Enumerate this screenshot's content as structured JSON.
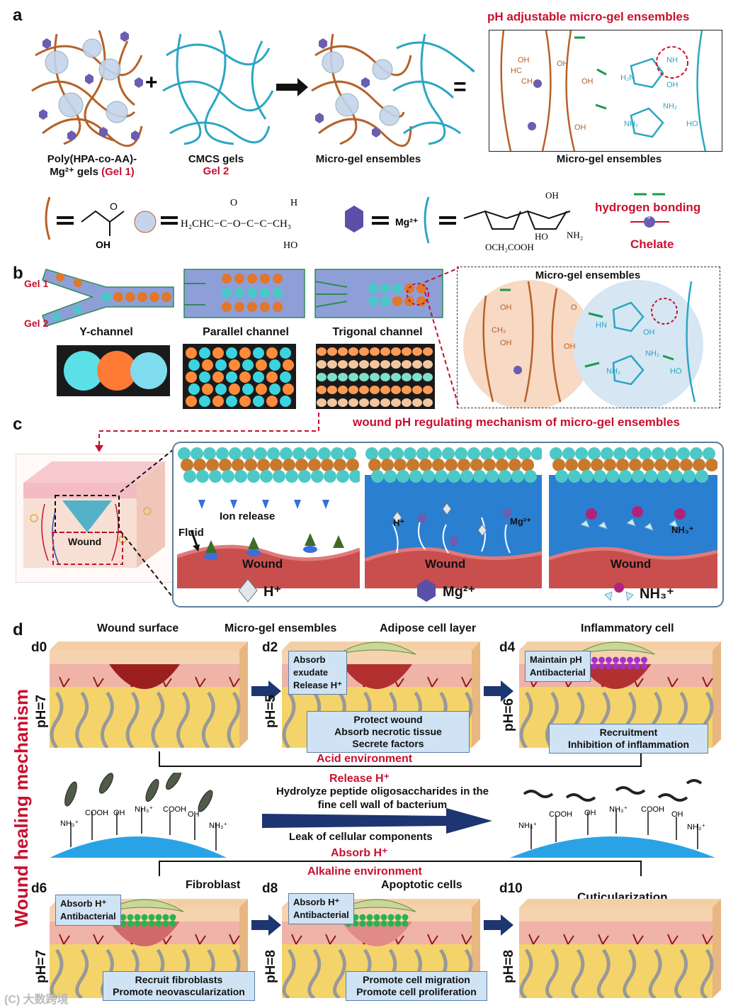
{
  "panels": {
    "a": "a",
    "b": "b",
    "c": "c",
    "d": "d"
  },
  "panel_a": {
    "title": "pH adjustable micro-gel ensembles",
    "gel1_line1": "Poly(HPA-co-AA)-",
    "gel1_line2": "Mg²⁺ gels",
    "gel1_tag": "(Gel 1)",
    "gel2_line1": "CMCS gels",
    "gel2_tag": "Gel 2",
    "ensemble_label": "Micro-gel ensembles",
    "box_label": "Micro-gel ensembles",
    "plus": "+",
    "equals": "=",
    "legend": {
      "ester_formula": "H₂CHC−C−O−C−C−CH₃",
      "ester_O": "O",
      "ester_H": "H",
      "ester_HO": "HO",
      "mg_label": "Mg²⁺",
      "acid_O": "O",
      "acid_OH": "OH",
      "cmcs_OH": "OH",
      "cmcs_HO": "HO",
      "cmcs_NH2": "NH₂",
      "cmcs_sub": "OCH₂COOH",
      "hbond": "hydrogen bonding",
      "chelate": "Chelate",
      "chelate_mg": "Mg²⁺"
    },
    "chem_labels": [
      "OH",
      "HC",
      "CH3",
      "OH",
      "Mg",
      "OH",
      "H2N",
      "NH",
      "OH",
      "NH2",
      "NH2",
      "HO"
    ]
  },
  "panel_b": {
    "gel1": "Gel 1",
    "gel2": "Gel 2",
    "y_channel": "Y-channel",
    "parallel_channel": "Parallel channel",
    "trigonal_channel": "Trigonal channel",
    "inset_title": "Micro-gel ensembles"
  },
  "panel_c": {
    "title": "wound pH regulating mechanism of micro-gel ensembles",
    "wound": "Wound",
    "ion_release": "Ion release",
    "fluid": "Fluid",
    "h_label": "H⁺",
    "mg_label": "Mg²⁺",
    "nh3_label": "NH₃⁺",
    "legend_h": "H⁺",
    "legend_mg": "Mg²⁺",
    "legend_nh3": "NH₃⁺"
  },
  "panel_d": {
    "side_title": "Wound healing mechanism",
    "labels": {
      "wound_surface": "Wound surface",
      "microgel": "Micro-gel ensembles",
      "adipose": "Adipose cell layer",
      "inflammatory": "Inflammatory cell",
      "fibroblast": "Fibroblast",
      "apoptotic": "Apoptotic cells",
      "cuticularization": "Cuticularization"
    },
    "stages": [
      {
        "day": "d0",
        "ph": "pH=7"
      },
      {
        "day": "d2",
        "ph": "pH=5",
        "side": [
          "Absorb",
          "exudate",
          "Release H⁺"
        ],
        "bottom": [
          "Protect wound",
          "Absorb necrotic tissue",
          "Secrete factors"
        ]
      },
      {
        "day": "d4",
        "ph": "pH=6",
        "side": [
          "Maintain pH",
          "Antibacterial"
        ],
        "bottom": [
          "Recruitment",
          "Inhibition of inflammation"
        ]
      },
      {
        "day": "d6",
        "ph": "pH=7",
        "side": [
          "Absorb H⁺",
          "Antibacterial"
        ],
        "bottom": [
          "Recruit fibroblasts",
          "Promote neovascularization"
        ]
      },
      {
        "day": "d8",
        "ph": "pH=8",
        "side": [
          "Absorb H⁺",
          "Antibacterial"
        ],
        "bottom": [
          "Promote cell migration",
          "Promote cell proliferation"
        ]
      },
      {
        "day": "d10",
        "ph": "pH=8"
      }
    ],
    "acid_env": "Acid environment",
    "release_h": "Release  H⁺",
    "mechanism_line1": "Hydrolyze peptide oligosaccharides in the",
    "mechanism_line2": "fine cell wall of bacterium",
    "leak": "Leak of cellular components",
    "absorb_h": "Absorb H⁺",
    "alkaline_env": "Alkaline environment",
    "bact_labels_left": [
      "NH₃⁺",
      "COOH",
      "OH",
      "NH₃⁺",
      "COOH",
      "OH",
      "NH₃⁺"
    ],
    "bact_labels_right": [
      "NH₃⁺",
      "COOH",
      "OH",
      "NH₃⁺",
      "COOH",
      "OH",
      "NH₃⁺"
    ]
  },
  "watermark": "(C) 大数跨境",
  "colors": {
    "accent_red": "#c8102e",
    "gel_brown": "#b5612a",
    "gel_cyan": "#2ba6c4",
    "mg_purple": "#6b5db0",
    "navy_arrow": "#1d3570",
    "wound_red": "#c94f4f"
  }
}
